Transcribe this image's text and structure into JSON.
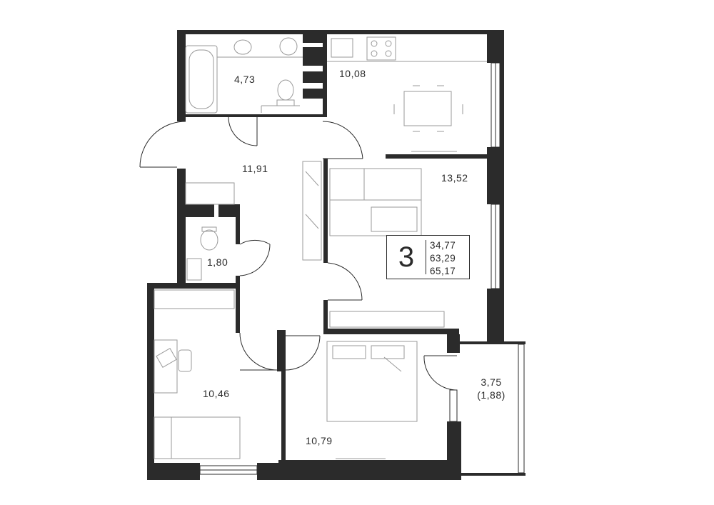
{
  "plan": {
    "rooms_count": "3",
    "areas": {
      "living": "34,77",
      "total": "63,29",
      "total_with_balcony": "65,17"
    },
    "rooms": [
      {
        "id": "bathroom",
        "area": "4,73"
      },
      {
        "id": "kitchen",
        "area": "10,08"
      },
      {
        "id": "hallway",
        "area": "11,91"
      },
      {
        "id": "living-room",
        "area": "13,52"
      },
      {
        "id": "toilet",
        "area": "1,80"
      },
      {
        "id": "bedroom-left",
        "area": "10,46"
      },
      {
        "id": "bedroom-right",
        "area": "10,79"
      },
      {
        "id": "balcony",
        "area": "3,75",
        "area_reduced": "(1,88)"
      }
    ]
  },
  "colors": {
    "wall": "#2b2b2b",
    "furniture": "#9a9a9a",
    "background": "#ffffff"
  }
}
